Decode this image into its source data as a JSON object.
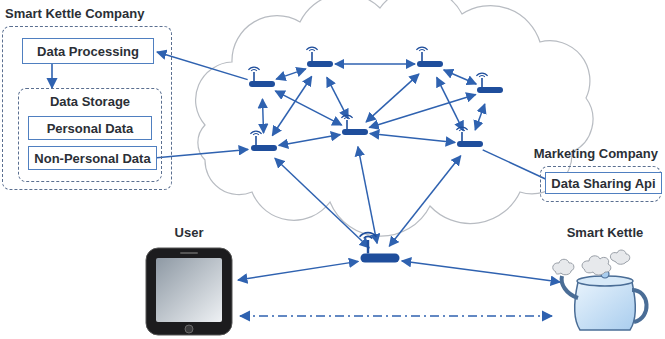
{
  "diagram": {
    "nodes": [
      {
        "text": [
          "Smart Kettle Company"
        ]
      },
      {
        "text": [
          "Data Processing"
        ],
        "in": 0
      },
      {
        "text": [
          "Data Storage"
        ],
        "in": 0
      },
      {
        "text": [
          "Personal Data"
        ],
        "in": 2
      },
      {
        "text": [
          "Non-Personal Data"
        ],
        "in": 2
      },
      {
        "text": [
          "Marketing Company"
        ]
      },
      {
        "text": [
          "Data Sharing Api"
        ],
        "in": 5
      },
      {
        "text": [
          "User"
        ]
      },
      {
        "text": [
          "Smart Kettle"
        ]
      }
    ],
    "edges": [
      {
        "from": 1,
        "to": 2,
        "arrow": "to"
      },
      {
        "from": 7,
        "to": 8,
        "arrow": "both"
      }
    ]
  }
}
